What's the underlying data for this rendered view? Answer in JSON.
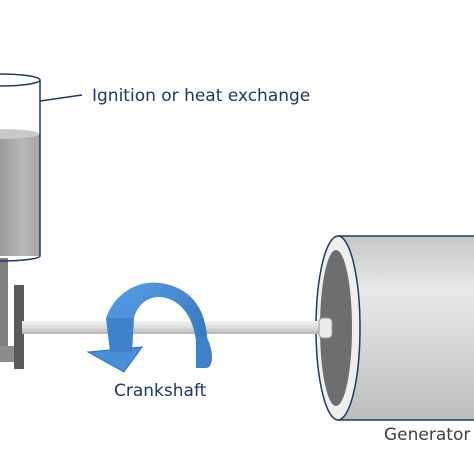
{
  "labels": {
    "cylinder": "Ignition or heat exchange",
    "crankshaft": "Crankshaft",
    "generator": "Generator"
  },
  "colors": {
    "outline": "#1f3864",
    "arrow_blue": "#4a90d9",
    "shaft_gray": "#d9d9d9",
    "generator_body": "#d4d4d4",
    "generator_face": "#6e6e6e"
  }
}
